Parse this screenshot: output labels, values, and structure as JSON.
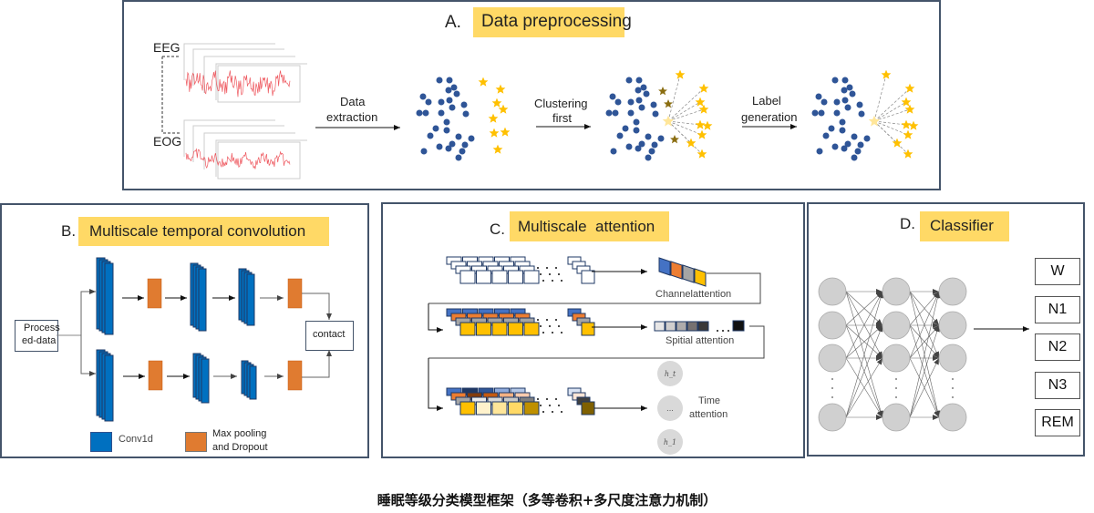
{
  "figure_caption": "睡眠等级分类模型框架（多等卷积+多尺度注意力机制）",
  "colors": {
    "panel_border": "#44546a",
    "title_highlight": "#ffd966",
    "dot_blue": "#2f5597",
    "star_gold": "#ffc000",
    "conv_blue": "#0070c0",
    "pool_orange": "#e07b30",
    "signal_red": "#e8202a",
    "node_gray": "#d0d0d0"
  },
  "panel_a": {
    "letter": "A.",
    "title": "Data preprocessing",
    "signals": [
      {
        "label": "EEG"
      },
      {
        "label": "EOG"
      }
    ],
    "steps": [
      {
        "line1": "Data",
        "line2": "extraction"
      },
      {
        "line1": "Clustering",
        "line2": "first"
      },
      {
        "line1": "Label",
        "line2": "generation"
      }
    ],
    "clusters": [
      "raw-scatter",
      "clustered-scatter",
      "labeled-scatter"
    ]
  },
  "panel_b": {
    "letter": "B.",
    "title": "Multiscale temporal convolution",
    "input_label_line1": "Process",
    "input_label_line2": "ed-data",
    "merge_label": "contact",
    "legend": [
      {
        "name": "Conv1d",
        "icon": "conv-block"
      },
      {
        "line1": "Max pooling",
        "line2": "and Dropout",
        "icon": "pool-block"
      }
    ]
  },
  "panel_c": {
    "letter": "C.",
    "title": "Multiscale  attention",
    "stages": [
      {
        "label": "Channelattention"
      },
      {
        "label": "Spitial attention"
      },
      {
        "label_line1": "Time",
        "label_line2": "attention"
      }
    ],
    "time_nodes": [
      "h_t",
      "...",
      "h_1"
    ],
    "ellipsis": ". . ."
  },
  "panel_d": {
    "letter": "D.",
    "title": "Classifier",
    "classes": [
      "W",
      "N1",
      "N2",
      "N3",
      "REM"
    ],
    "layers": 3
  }
}
